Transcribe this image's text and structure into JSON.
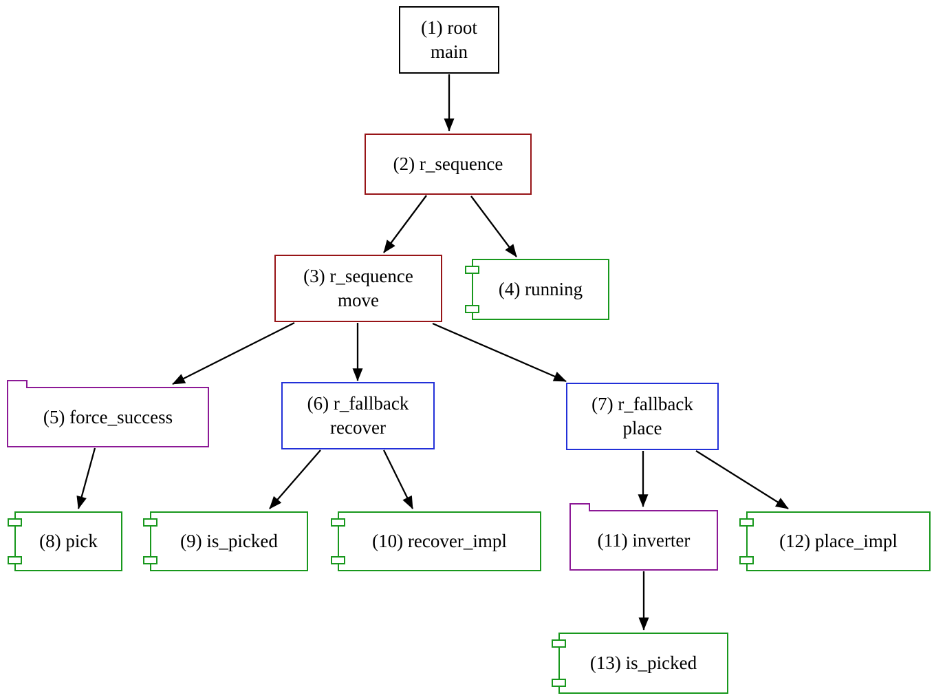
{
  "diagram": {
    "nodes": {
      "n1": {
        "label": "(1) root\nmain",
        "shape": "box",
        "category": "root",
        "border_color": "#000000"
      },
      "n2": {
        "label": "(2) r_sequence",
        "shape": "box",
        "category": "sequence",
        "border_color": "#971417"
      },
      "n3": {
        "label": "(3) r_sequence\nmove",
        "shape": "box",
        "category": "sequence",
        "border_color": "#971417"
      },
      "n4": {
        "label": "(4) running",
        "shape": "component",
        "category": "leaf",
        "border_color": "#18981d"
      },
      "n5": {
        "label": "(5) force_success",
        "shape": "tab",
        "category": "decorator",
        "border_color": "#8c1996"
      },
      "n6": {
        "label": "(6) r_fallback\nrecover",
        "shape": "box",
        "category": "fallback",
        "border_color": "#2230d8"
      },
      "n7": {
        "label": "(7) r_fallback\nplace",
        "shape": "box",
        "category": "fallback",
        "border_color": "#2230d8"
      },
      "n8": {
        "label": "(8) pick",
        "shape": "component",
        "category": "leaf",
        "border_color": "#18981d"
      },
      "n9": {
        "label": "(9) is_picked",
        "shape": "component",
        "category": "leaf",
        "border_color": "#18981d"
      },
      "n10": {
        "label": "(10) recover_impl",
        "shape": "component",
        "category": "leaf",
        "border_color": "#18981d"
      },
      "n11": {
        "label": "(11) inverter",
        "shape": "tab",
        "category": "decorator",
        "border_color": "#8c1996"
      },
      "n12": {
        "label": "(12) place_impl",
        "shape": "component",
        "category": "leaf",
        "border_color": "#18981d"
      },
      "n13": {
        "label": "(13) is_picked",
        "shape": "component",
        "category": "leaf",
        "border_color": "#18981d"
      }
    },
    "edges": [
      {
        "from": "n1",
        "to": "n2"
      },
      {
        "from": "n2",
        "to": "n3"
      },
      {
        "from": "n2",
        "to": "n4"
      },
      {
        "from": "n3",
        "to": "n5"
      },
      {
        "from": "n3",
        "to": "n6"
      },
      {
        "from": "n3",
        "to": "n7"
      },
      {
        "from": "n5",
        "to": "n8"
      },
      {
        "from": "n6",
        "to": "n9"
      },
      {
        "from": "n6",
        "to": "n10"
      },
      {
        "from": "n7",
        "to": "n11"
      },
      {
        "from": "n7",
        "to": "n12"
      },
      {
        "from": "n11",
        "to": "n13"
      }
    ],
    "colors": {
      "background": "#ffffff",
      "text": "#000000",
      "edge": "#000000",
      "root_border": "#000000",
      "sequence_border": "#971417",
      "fallback_border": "#2230d8",
      "leaf_border": "#18981d",
      "decorator_border": "#8c1996"
    }
  }
}
